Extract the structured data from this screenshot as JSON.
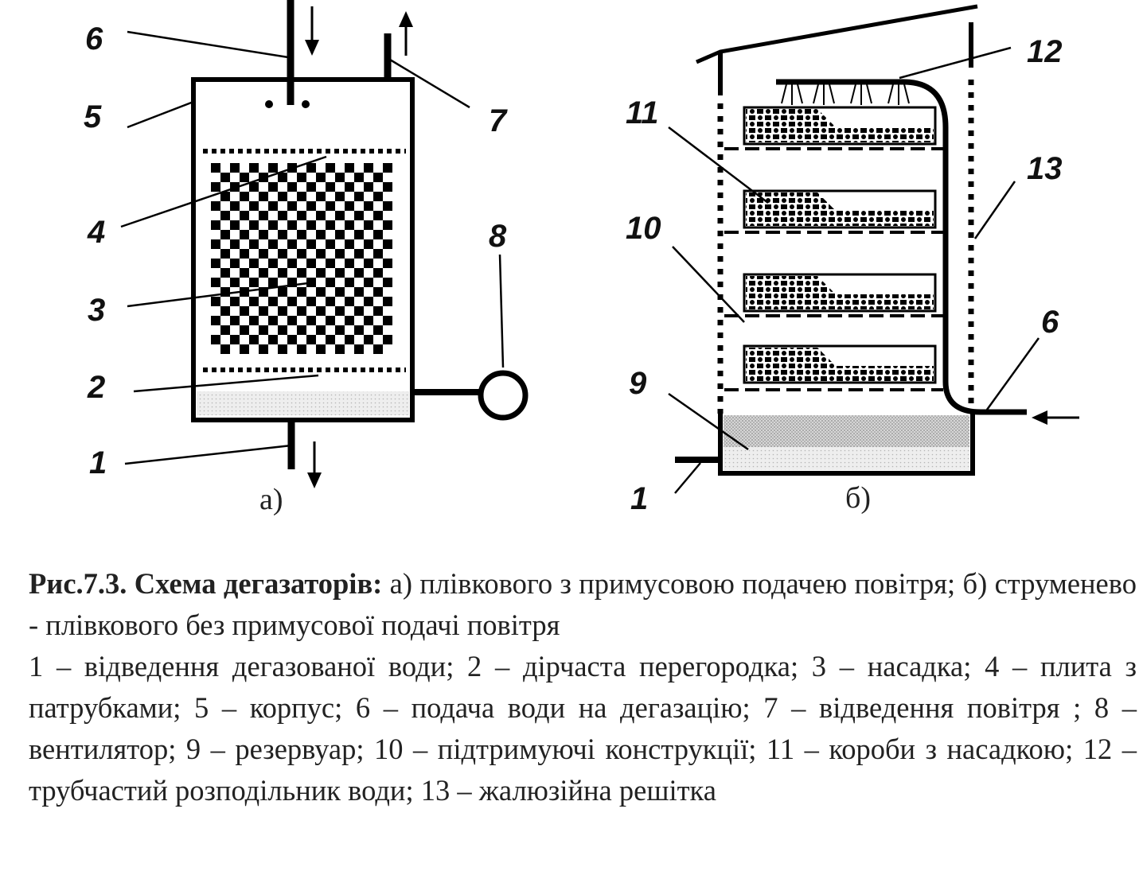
{
  "diagram_a": {
    "labels": {
      "l1": "1",
      "l2": "2",
      "l3": "3",
      "l4": "4",
      "l5": "5",
      "l6": "6",
      "l7": "7",
      "l8": "8"
    },
    "sublabel": "а)"
  },
  "diagram_b": {
    "labels": {
      "l1": "1",
      "l6": "6",
      "l9": "9",
      "l10": "10",
      "l11": "11",
      "l12": "12",
      "l13": "13"
    },
    "sublabel": "б)"
  },
  "caption": {
    "title": "Рис.7.3. Схема дегазаторів:",
    "title_rest": " а) плівкового з примусовою подачею повітря; б) струменево - плівкового без примусової подачі повітря",
    "legend": "1 – відведення дегазованої води; 2 – дірчаста перегородка; 3 – насадка; 4 – плита з патрубками; 5 – корпус; 6 – подача води на дегазацію; 7 – відведення повітря ; 8 – вентилятор; 9 – резервуар; 10 – підтримуючі конструкції; 11 – короби з насадкою; 12 – трубчастий розподільник води; 13 – жалюзійна решітка"
  }
}
